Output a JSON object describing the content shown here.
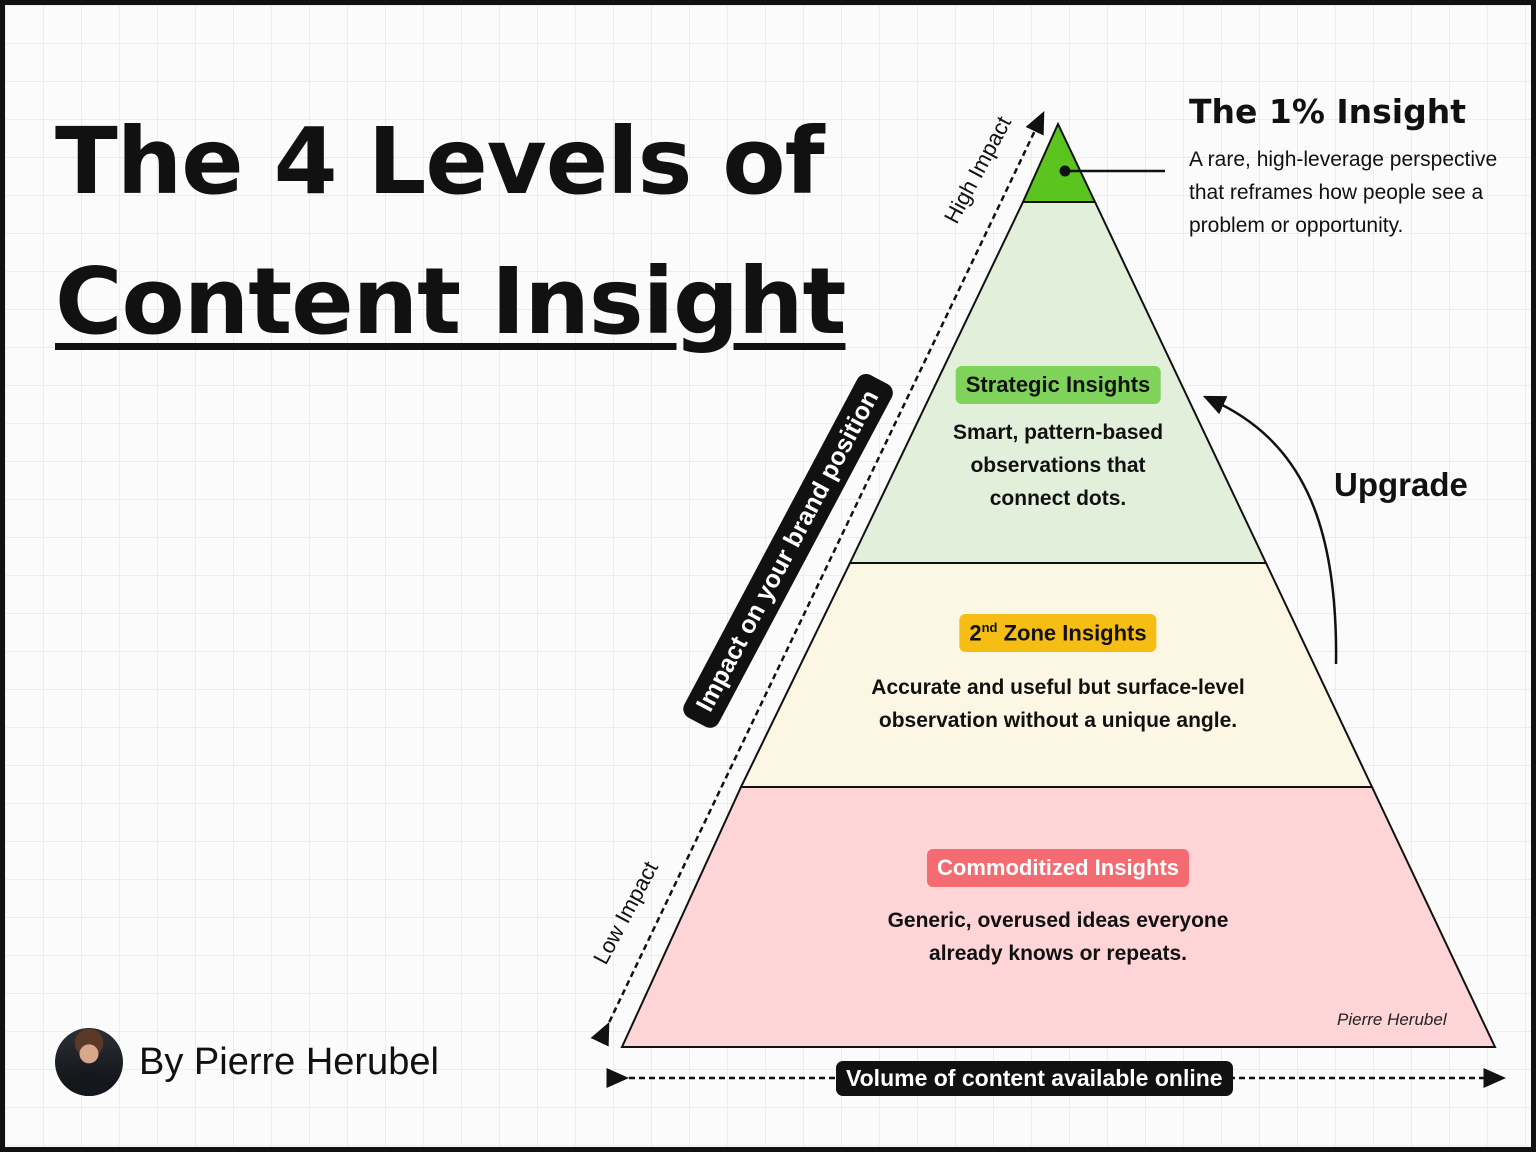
{
  "title": {
    "line1": "The 4 Levels of",
    "line2": "Content Insight"
  },
  "byline": "By Pierre Herubel",
  "watermark": "Pierre Herubel",
  "levels": {
    "top": {
      "title": "The 1% Insight",
      "description": "A rare, high-leverage perspective that reframes how people see a problem or opportunity.",
      "color": "#5cc41f"
    },
    "strategic": {
      "label": "Strategic Insights",
      "description_lines": [
        "Smart, pattern-based",
        "observations that",
        "connect dots."
      ],
      "fill": "#e1efdb",
      "pill_color": "#7fd35a"
    },
    "second_zone": {
      "label_superscript": "nd",
      "label_rest": " Zone Insights",
      "label_number": "2",
      "description_lines": [
        "Accurate and useful but surface-level",
        "observation without a unique angle."
      ],
      "fill": "#fcf6e4",
      "pill_color": "#f6bd14"
    },
    "commoditized": {
      "label": "Commoditized Insights",
      "description_lines": [
        "Generic, overused ideas everyone",
        "already knows or repeats."
      ],
      "fill": "#fdd5d6",
      "pill_color": "#f46c71"
    }
  },
  "arrow_label": "Upgrade",
  "axes": {
    "vertical_label": "Impact on your brand position",
    "high_label": "High Impact",
    "low_label": "Low Impact",
    "horizontal_label": "Volume of content available online"
  }
}
